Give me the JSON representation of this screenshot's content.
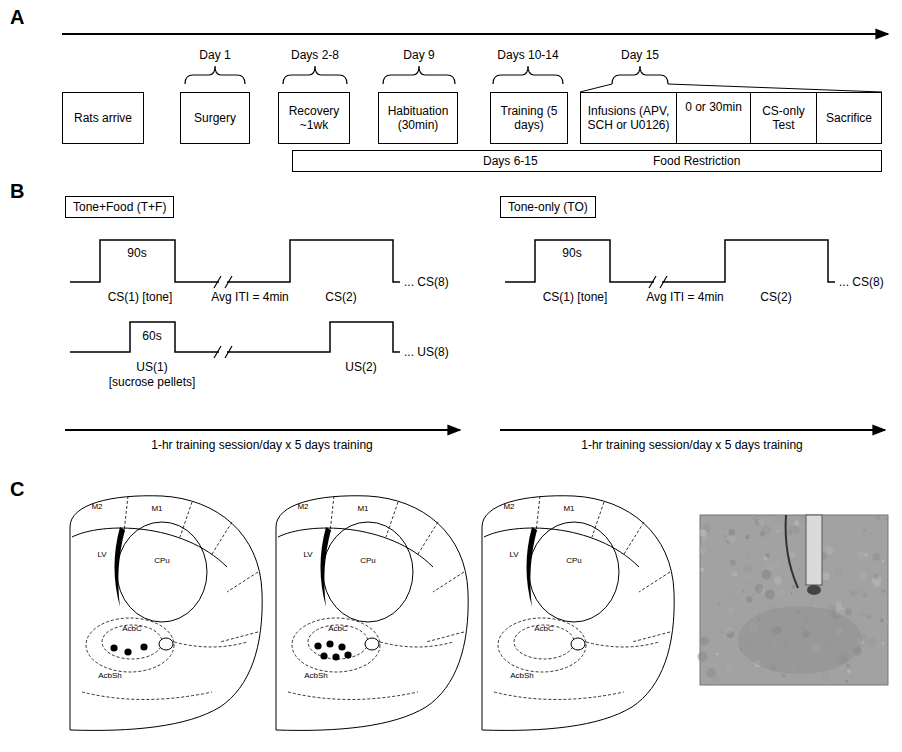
{
  "diagram": {
    "nodes": [
      {
        "text": [
          "Rats arrive"
        ]
      },
      {
        "text": [
          "Surgery"
        ]
      },
      {
        "text": [
          "Recovery ~1wk"
        ]
      },
      {
        "text": [
          "Habituation (30min)"
        ]
      },
      {
        "text": [
          "Training (5 days)"
        ]
      },
      {
        "text": [
          "Infusions (APV, SCH or U0126)"
        ]
      },
      {
        "text": [
          "0 or 30min"
        ]
      },
      {
        "text": [
          "CS-only Test"
        ]
      },
      {
        "text": [
          "Sacrifice"
        ]
      },
      {
        "text": [
          "Days 6-15",
          "Food Restriction"
        ]
      },
      {
        "text": [
          "Tone+Food (T+F)"
        ]
      },
      {
        "text": [
          "Tone-only (TO)"
        ]
      }
    ],
    "labels": [
      "A",
      "Day 1",
      "Days 2-8",
      "Day 9",
      "Days 10-14",
      "Day 15",
      "B",
      "90s",
      "CS(1) [tone]",
      "Avg ITI = 4min",
      "CS(2)",
      "... CS(8)",
      "60s",
      "US(1)",
      "[sucrose pellets]",
      "US(2)",
      "... US(8)",
      "1-hr training session/day x 5 days training",
      "90s",
      "CS(1) [tone]",
      "Avg ITI = 4min",
      "CS(2)",
      "... CS(8)",
      "1-hr training session/day x 5 days training",
      "C",
      "M2",
      "M1",
      "CPu",
      "AcbC",
      "AcbSh",
      "LV",
      "M2",
      "M1",
      "CPu",
      "AcbC",
      "AcbSh",
      "LV",
      "M2",
      "M1",
      "CPu",
      "AcbC",
      "AcbSh",
      "LV"
    ]
  }
}
